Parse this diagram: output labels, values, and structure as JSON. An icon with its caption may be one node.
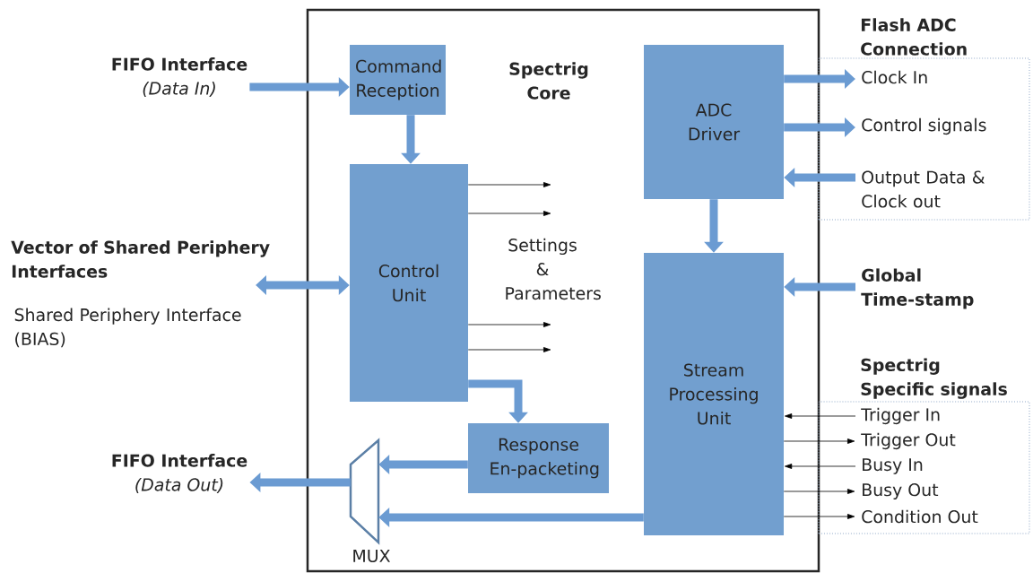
{
  "diagram": {
    "nodes": [
      {
        "text": [
          "Spectrig Core"
        ]
      },
      {
        "text": [
          "Command Reception"
        ],
        "in": 0
      },
      {
        "text": [
          "Control Unit"
        ],
        "in": 0
      },
      {
        "text": [
          "ADC Driver"
        ],
        "in": 0
      },
      {
        "text": [
          "Stream Processing Unit"
        ],
        "in": 0
      },
      {
        "text": [
          "Response En-packeting"
        ],
        "in": 0
      },
      {
        "text": [
          "MUX"
        ],
        "in": 0
      },
      {
        "text": [
          "FIFO Interface",
          "(Data In)"
        ]
      },
      {
        "text": [
          "Vector of Shared Periphery Interfaces"
        ],
        "beside": [
          "Shared Periphery Interface (BIAS)"
        ]
      },
      {
        "text": [
          "FIFO Interface",
          "(Data Out)"
        ]
      },
      {
        "text": [
          "Flash ADC Connection"
        ]
      },
      {
        "text": [
          "Clock In"
        ],
        "in": 10
      },
      {
        "text": [
          "Control signals"
        ],
        "in": 10
      },
      {
        "text": [
          "Output Data & Clock out"
        ],
        "in": 10
      },
      {
        "text": [
          "Global Time-stamp"
        ]
      },
      {
        "text": [
          "Spectrig Specific signals"
        ]
      },
      {
        "text": [
          "Trigger In"
        ],
        "in": 15
      },
      {
        "text": [
          "Trigger Out"
        ],
        "in": 15
      },
      {
        "text": [
          "Busy In"
        ],
        "in": 15
      },
      {
        "text": [
          "Busy Out"
        ],
        "in": 15
      },
      {
        "text": [
          "Condition Out"
        ],
        "in": 15
      }
    ],
    "edges": [
      {
        "from": 7,
        "to": 1,
        "arrow": "to"
      },
      {
        "from": 1,
        "to": 2,
        "arrow": "to"
      },
      {
        "from": 8,
        "to": 2,
        "arrow": "both"
      },
      {
        "from": 2,
        "to": 5,
        "arrow": "to"
      },
      {
        "from": 5,
        "to": 6,
        "arrow": "to"
      },
      {
        "from": 4,
        "to": 6,
        "arrow": "to"
      },
      {
        "from": 6,
        "to": 9,
        "arrow": "to"
      },
      {
        "from": 3,
        "to": 11,
        "arrow": "to"
      },
      {
        "from": 3,
        "to": 12,
        "arrow": "to"
      },
      {
        "from": 13,
        "to": 3,
        "arrow": "to"
      },
      {
        "from": 3,
        "to": 4,
        "arrow": "to"
      },
      {
        "from": 14,
        "to": 4,
        "arrow": "to"
      },
      {
        "from": 2,
        "to": null,
        "arrow": "to",
        "color": "#000000"
      },
      {
        "from": 2,
        "to": null,
        "arrow": "to",
        "color": "#000000"
      },
      {
        "from": 2,
        "to": null,
        "arrow": "to",
        "color": "#000000"
      },
      {
        "from": 2,
        "to": null,
        "arrow": "to",
        "color": "#000000"
      },
      {
        "from": 16,
        "to": 4,
        "arrow": "to",
        "color": "#000000"
      },
      {
        "from": 4,
        "to": 17,
        "arrow": "to",
        "color": "#000000"
      },
      {
        "from": 18,
        "to": 4,
        "arrow": "to",
        "color": "#000000"
      },
      {
        "from": 4,
        "to": 19,
        "arrow": "to",
        "color": "#000000"
      },
      {
        "from": 4,
        "to": 20,
        "arrow": "to",
        "color": "#000000"
      }
    ],
    "labels": [
      "Settings & Parameters"
    ]
  }
}
